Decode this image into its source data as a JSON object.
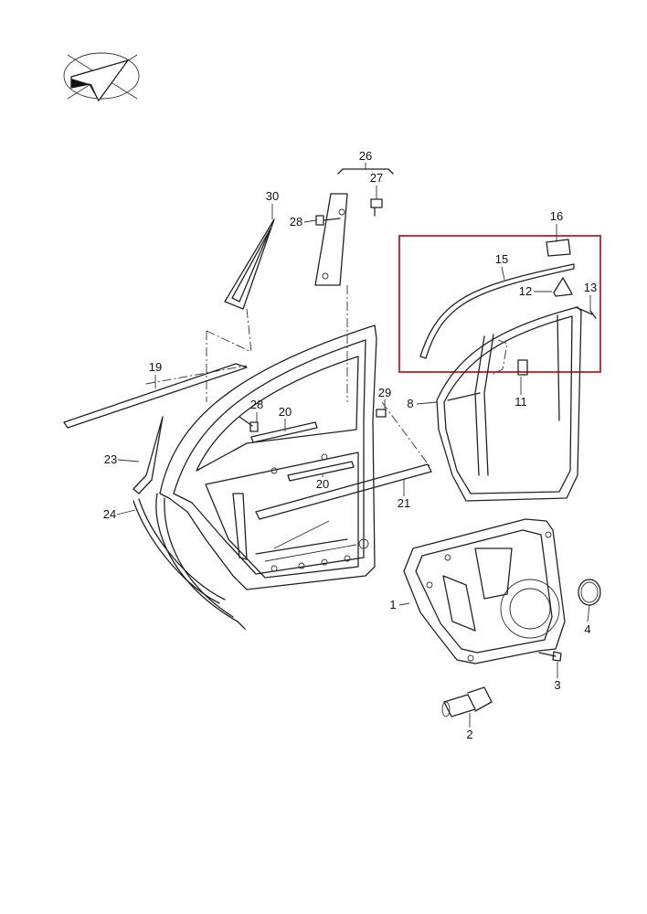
{
  "diagram": {
    "callouts": [
      "26",
      "27",
      "30",
      "28",
      "16",
      "15",
      "12",
      "13",
      "19",
      "29",
      "11",
      "8",
      "28",
      "20",
      "23",
      "20",
      "21",
      "24",
      "1",
      "4",
      "3",
      "2"
    ],
    "highlight_color": "#c8323c",
    "logo_icon": "checkmark-plane-logo"
  }
}
